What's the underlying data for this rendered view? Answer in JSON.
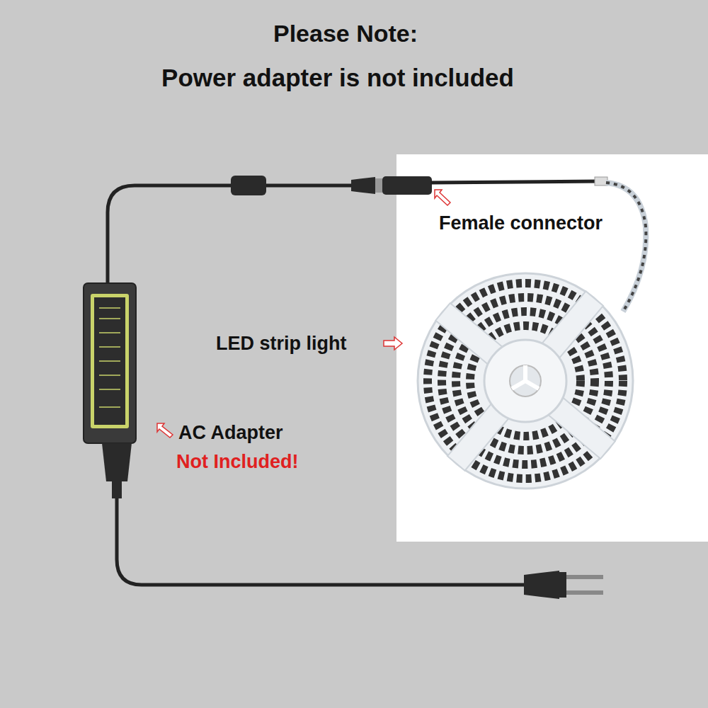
{
  "diagram": {
    "title": "Please Note:",
    "labels": [
      "Power adapter is not included",
      "Female connector",
      "LED strip light",
      "AC Adapter",
      "Not Included!"
    ]
  }
}
